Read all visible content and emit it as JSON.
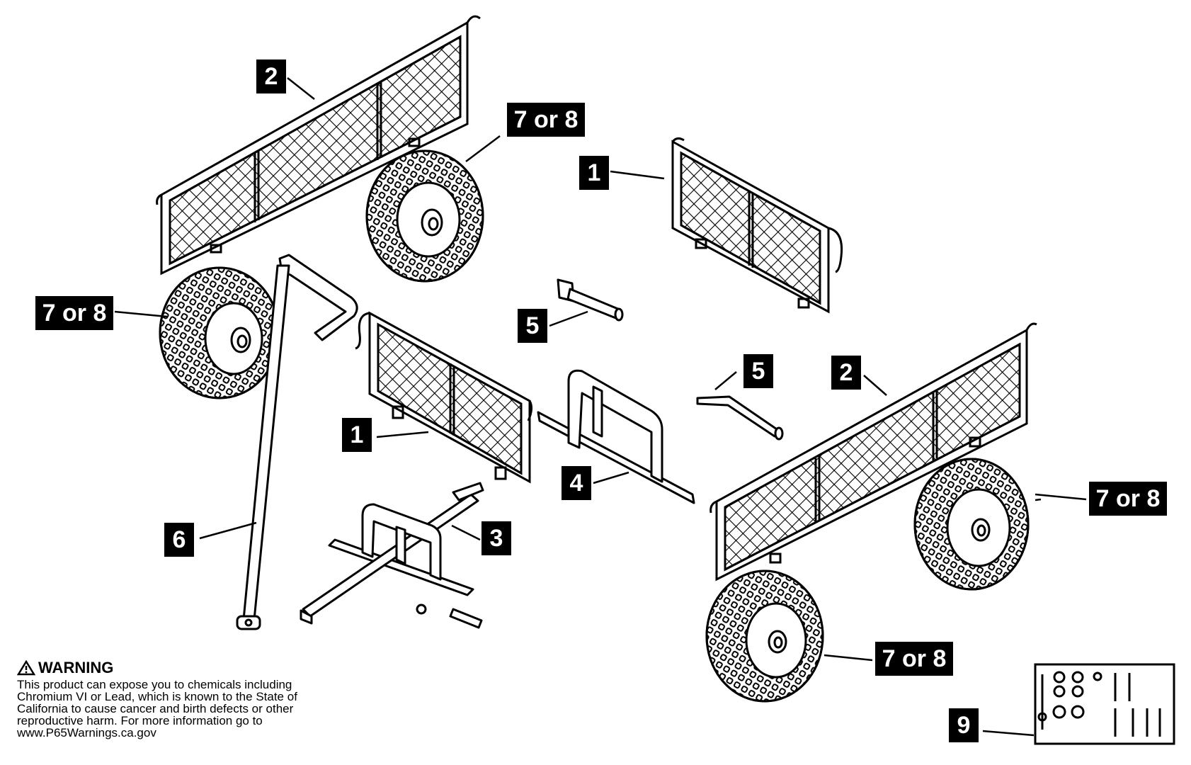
{
  "parts": [
    {
      "id": "p2a",
      "label": "2"
    },
    {
      "id": "p78a",
      "label": "7 or 8"
    },
    {
      "id": "p1a",
      "label": "1"
    },
    {
      "id": "p78b",
      "label": "7 or 8"
    },
    {
      "id": "p5a",
      "label": "5"
    },
    {
      "id": "p5b",
      "label": "5"
    },
    {
      "id": "p2b",
      "label": "2"
    },
    {
      "id": "p1b",
      "label": "1"
    },
    {
      "id": "p4",
      "label": "4"
    },
    {
      "id": "p78c",
      "label": "7 or 8"
    },
    {
      "id": "p6",
      "label": "6"
    },
    {
      "id": "p3",
      "label": "3"
    },
    {
      "id": "p78d",
      "label": "7 or 8"
    },
    {
      "id": "p9",
      "label": "9"
    }
  ],
  "warning": {
    "title": "WARNING",
    "text": "This product can expose you to chemicals including Chromium VI or Lead, which is known to the State of California to cause cancer and birth defects or other reproductive harm.  For more information go to www.P65Warnings.ca.gov"
  },
  "colors": {
    "ink": "#000000",
    "paper": "#ffffff"
  },
  "icons": [
    "warning-triangle-icon"
  ]
}
